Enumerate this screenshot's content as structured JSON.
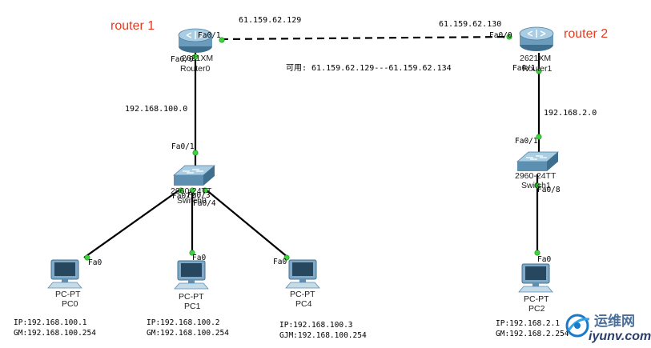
{
  "tags": {
    "router1": "router 1",
    "router2": "router 2"
  },
  "routers": [
    {
      "model": "2621XM",
      "name": "Router0"
    },
    {
      "model": "2621XM",
      "name": "Router1"
    }
  ],
  "switches": [
    {
      "model": "2960-24TT",
      "name": "Switch0"
    },
    {
      "model": "2960-24TT",
      "name": "Switch1"
    }
  ],
  "pcs": [
    {
      "type": "PC-PT",
      "name": "PC0",
      "ip": "IP:192.168.100.1",
      "gw": "GM:192.168.100.254"
    },
    {
      "type": "PC-PT",
      "name": "PC1",
      "ip": "IP:192.168.100.2",
      "gw": "GM:192.168.100.254"
    },
    {
      "type": "PC-PT",
      "name": "PC4",
      "ip": "IP:192.168.100.3",
      "gw": "GJM:192.168.100.254"
    },
    {
      "type": "PC-PT",
      "name": "PC2",
      "ip": "IP:192.168.2.1",
      "gw": "GM:192.168.2.254"
    }
  ],
  "networks": {
    "wan_left": "61.159.62.129",
    "wan_right": "61.159.62.130",
    "wan_range": "可用: 61.159.62.129---61.159.62.134",
    "lan1": "192.168.100.0",
    "lan2": "192.168.2.0"
  },
  "ports": {
    "r0_wan": "Fa0/1",
    "r0_lan": "Fa0/0",
    "r1_wan": "Fa0/0",
    "r1_lan": "Fa0/1",
    "sw0_up": "Fa0/1",
    "sw0_p2": "Fa0/2",
    "sw0_p3": "Fa0/3",
    "sw0_p4": "Fa0/4",
    "sw1_up": "Fa0/1",
    "sw1_p8": "Fa0/8",
    "pc_fa0": "Fa0"
  },
  "watermark": {
    "title": "运维网",
    "url": "iyunv.com"
  },
  "colors": {
    "tag": "#e8391f",
    "link": "#000000",
    "port_light": "#3bd43b",
    "device": "#5d8fb0"
  }
}
